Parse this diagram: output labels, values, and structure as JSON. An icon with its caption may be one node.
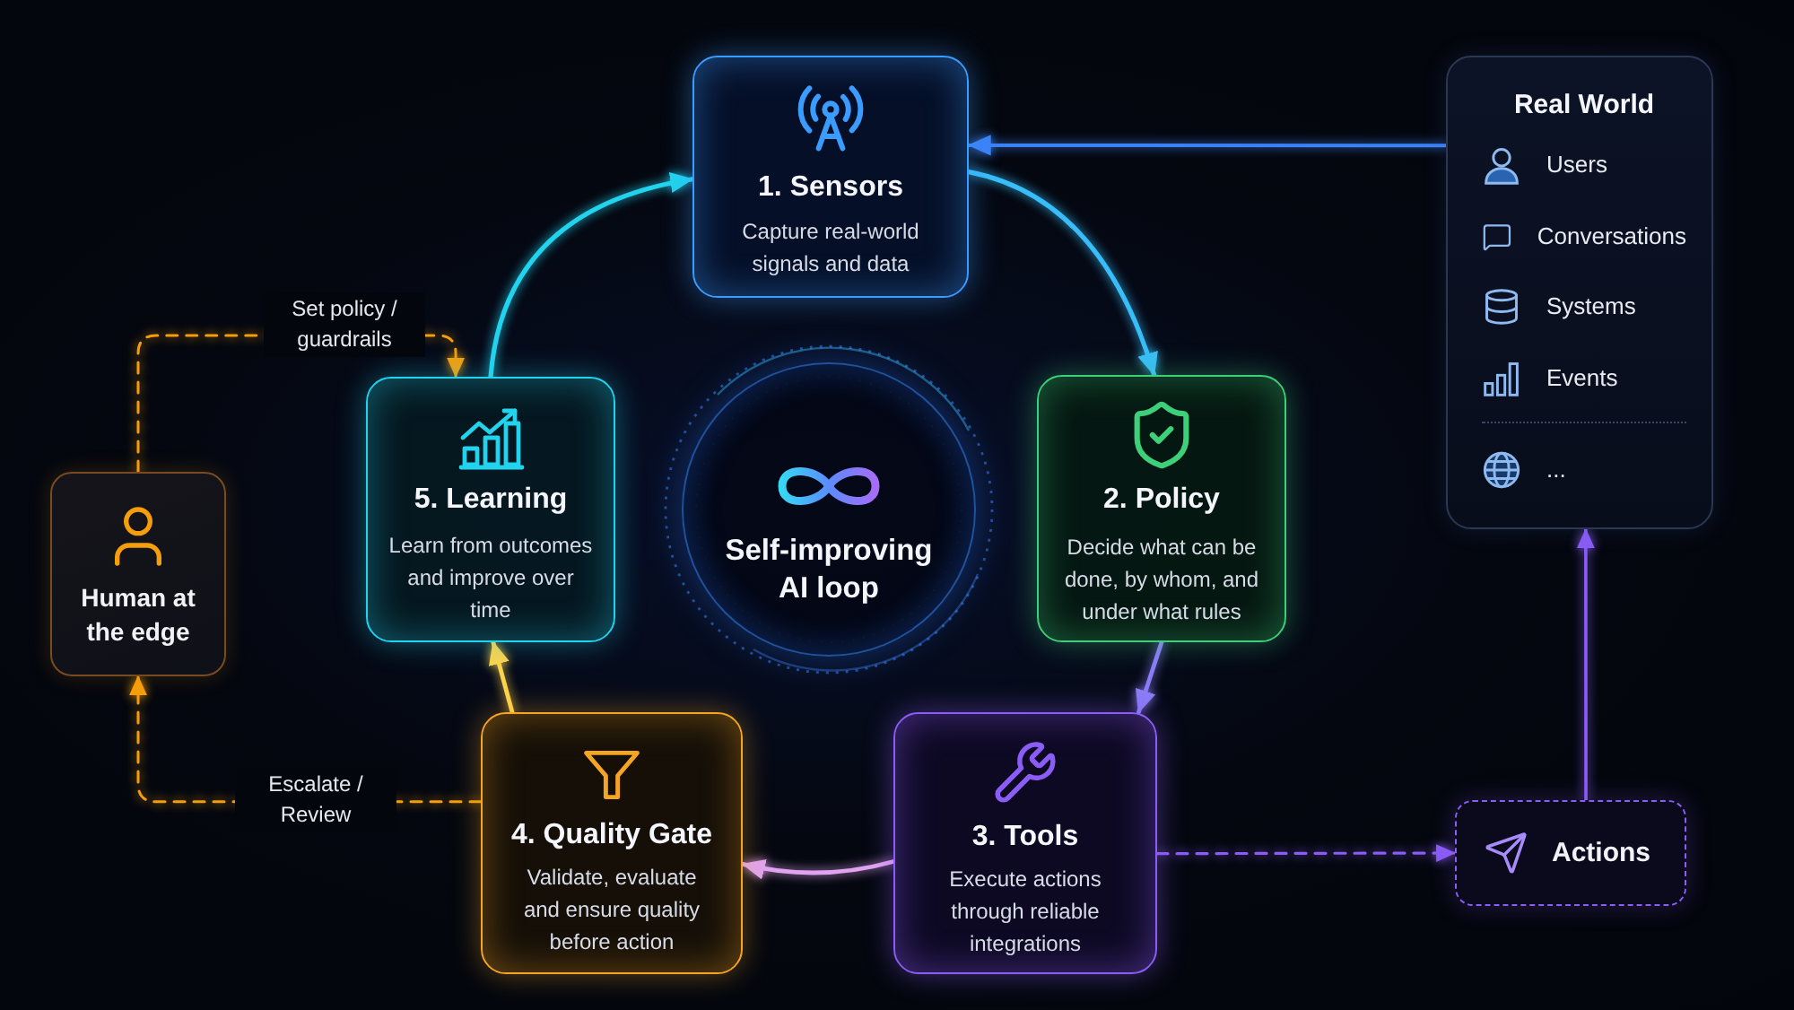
{
  "diagram": {
    "nodes": [
      {
        "text": [
          "1. Sensors",
          "Capture real-world signals and data"
        ]
      },
      {
        "text": [
          "2. Policy",
          "Decide what can be done, by whom, and under what rules"
        ]
      },
      {
        "text": [
          "3. Tools",
          "Execute actions through reliable integrations"
        ]
      },
      {
        "text": [
          "4. Quality Gate",
          "Validate, evaluate and ensure quality before action"
        ]
      },
      {
        "text": [
          "5. Learning",
          "Learn from outcomes and improve over time"
        ]
      },
      {
        "text": [
          "Self-improving AI loop"
        ]
      },
      {
        "text": [
          "Human at the edge"
        ]
      },
      {
        "text": [
          "Real World",
          "Users",
          "Conversations",
          "Systems",
          "Events",
          "..."
        ]
      },
      {
        "text": [
          "Actions"
        ]
      }
    ],
    "edges": [
      {
        "from": 0,
        "to": 1,
        "arrow": "to",
        "color": "#38bdf8"
      },
      {
        "from": 1,
        "to": 2,
        "arrow": "to",
        "color": "#8b7cf6"
      },
      {
        "from": 2,
        "to": 3,
        "arrow": "to",
        "color": "#e0a3f0"
      },
      {
        "from": 3,
        "to": 4,
        "arrow": "to",
        "color": "#fcd34d"
      },
      {
        "from": 4,
        "to": 0,
        "arrow": "to",
        "color": "#22d3ee"
      },
      {
        "from": 7,
        "to": 0,
        "arrow": "to",
        "color": "#3b82f6"
      },
      {
        "from": 2,
        "to": 8,
        "arrow": "to",
        "style": "dashed",
        "color": "#8b5cf6"
      },
      {
        "from": 8,
        "to": 7,
        "arrow": "to",
        "color": "#8b5cf6"
      },
      {
        "from": 6,
        "to": 4,
        "arrow": "to",
        "label": "Set policy / guardrails",
        "style": "dashed",
        "color": "#f59e0b"
      },
      {
        "from": 3,
        "to": 6,
        "arrow": "to",
        "label": "Escalate / Review",
        "style": "dashed",
        "color": "#f59e0b"
      }
    ]
  }
}
